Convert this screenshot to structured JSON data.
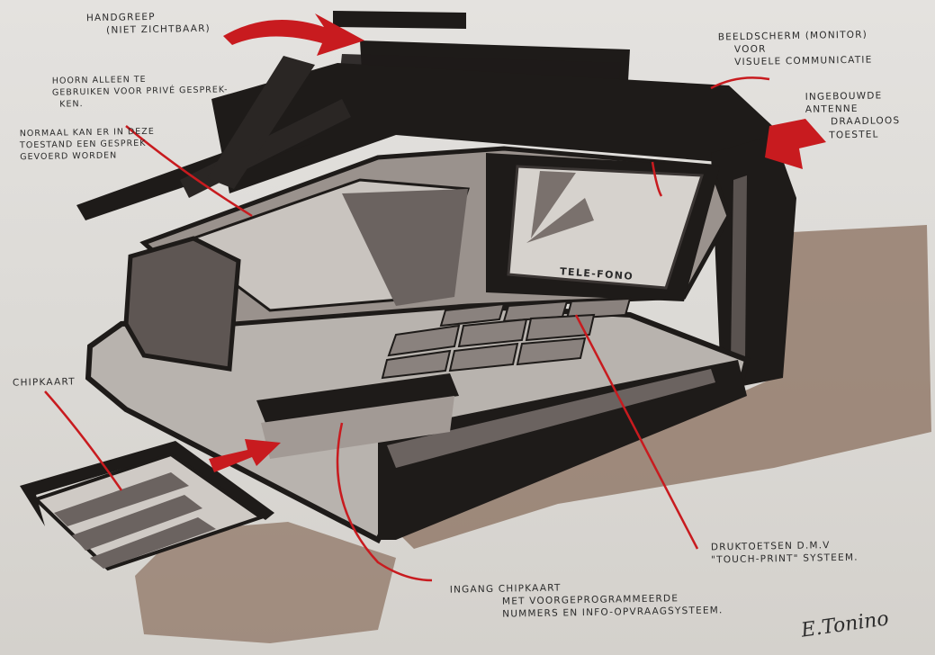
{
  "annotations": {
    "handgreep": [
      "HANDGREEP",
      "(NIET ZICHTBAAR)"
    ],
    "hoorn": [
      "HOORN ALLEEN TE",
      "GEBRUIKEN VOOR PRIVÉ GESPREK-",
      "KEN."
    ],
    "normaal": [
      "NORMAAL KAN ER IN DEZE",
      "TOESTAND EEN GESPREK",
      "GEVOERD WORDEN"
    ],
    "beeldscherm": [
      "BEELDSCHERM (MONITOR)",
      "VOOR",
      "VISUELE COMMUNICATIE"
    ],
    "antenne": [
      "INGEBOUWDE",
      "ANTENNE",
      "DRAADLOOS",
      "TOESTEL"
    ],
    "chipkaart": "CHIPKAART",
    "druktoetsen": [
      "DRUKTOETSEN D.M.V",
      "\"TOUCH-PRINT\" SYSTEEM."
    ],
    "ingang": [
      "INGANG  CHIPKAART",
      "MET VOORGEPROGRAMMEERDE",
      "NUMMERS EN INFO-OPVRAAGSYSTEEM."
    ]
  },
  "screen_label": "TELE-FONO",
  "signature": "E.Tonino",
  "colors": {
    "paper": "#dcdad6",
    "marker_dark": "#1e1b19",
    "marker_grey": "#6b6360",
    "shadow_brown": "#8a6f5e",
    "red": "#c81b1f"
  }
}
